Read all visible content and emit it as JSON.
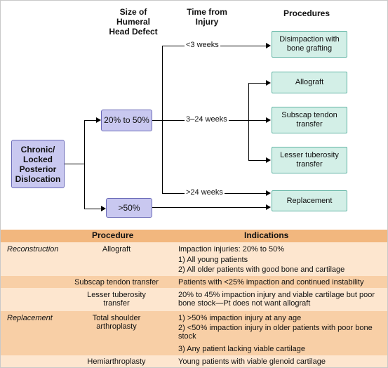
{
  "headers": {
    "size": "Size of Humeral Head Defect",
    "time": "Time from Injury",
    "procedures": "Procedures"
  },
  "root": "Chronic/ Locked Posterior Dislocation",
  "size_nodes": [
    "20% to 50%",
    ">50%"
  ],
  "time_labels": [
    "<3 weeks",
    "3–24 weeks",
    ">24 weeks"
  ],
  "procedure_nodes": [
    "Disimpaction with bone grafting",
    "Allograft",
    "Subscap tendon transfer",
    "Lesser tuberosity transfer",
    "Replacement"
  ],
  "table": {
    "headers": [
      "Procedure",
      "Indications"
    ],
    "groups": [
      {
        "category": "Reconstruction",
        "rows": [
          {
            "procedure": "Allograft",
            "indications": [
              "Impaction injuries: 20% to 50%",
              "1) All young patients",
              "2) All older patients with good bone and cartilage"
            ]
          },
          {
            "procedure": "Subscap tendon transfer",
            "indications": [
              "Patients with <25% impaction and continued instability"
            ]
          },
          {
            "procedure": "Lesser tuberosity transfer",
            "indications": [
              "20% to 45% impaction injury and viable cartilage but poor bone stock—Pt does not want allograft"
            ]
          }
        ]
      },
      {
        "category": "Replacement",
        "rows": [
          {
            "procedure": "Total shoulder arthroplasty",
            "indications": [
              "1) >50% impaction injury at any age",
              "2) <50% impaction injury in older patients with poor bone stock",
              "3) Any patient lacking viable cartilage"
            ]
          },
          {
            "procedure": "Hemiarthroplasty",
            "indications": [
              "Young patients with viable glenoid cartilage"
            ]
          }
        ]
      }
    ]
  }
}
